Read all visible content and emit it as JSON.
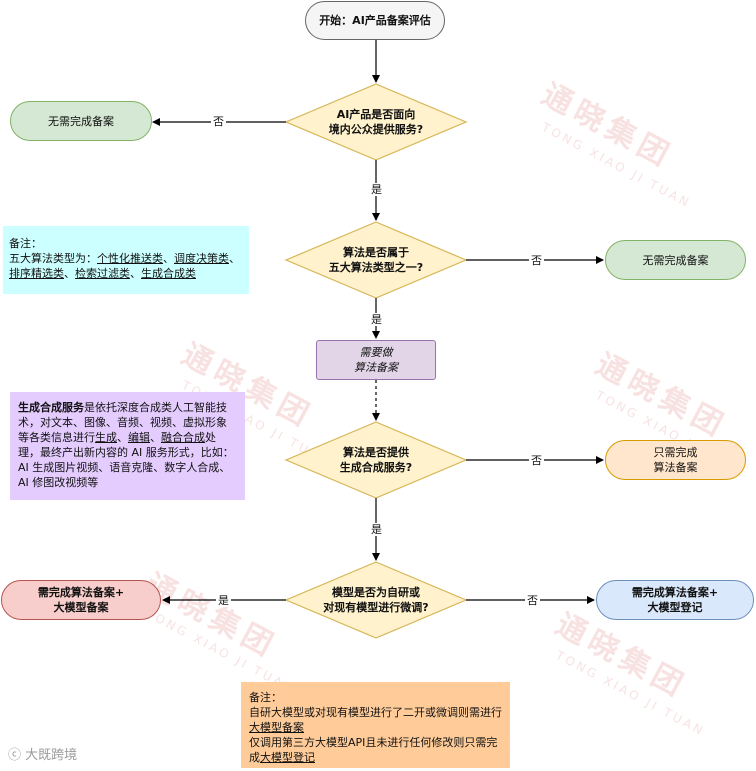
{
  "watermark": {
    "cn": "通晓集团",
    "en": "TONG XIAO JI TUAN"
  },
  "nodes": {
    "start": "开始：AI产品备案评估",
    "q1": [
      "AI产品是否面向",
      "境内公众提供服务?"
    ],
    "q2": [
      "算法是否属于",
      "五大算法类型之一?"
    ],
    "q3": [
      "算法是否提供",
      "生成合成服务?"
    ],
    "q4": [
      "模型是否为自研或",
      "对现有模型进行微调?"
    ],
    "no_filing_1": "无需完成备案",
    "no_filing_2": "无需完成备案",
    "algo_filing": [
      "需要做",
      "算法备案"
    ],
    "only_algo": [
      "只需完成",
      "算法备案"
    ],
    "algo_plus_model_filing": [
      "需完成算法备案+",
      "大模型备案"
    ],
    "algo_plus_model_register": [
      "需完成算法备案+",
      "大模型登记"
    ]
  },
  "edge_labels": {
    "no": "否",
    "yes": "是"
  },
  "notes": {
    "algo_types": {
      "title": "备注：",
      "prefix": "五大算法类型为：",
      "types": [
        "个性化推送类",
        "调度决策类",
        "排序精选类",
        "检索过滤类",
        "生成合成类"
      ],
      "sep": "、"
    },
    "generative": {
      "term": "生成合成服务",
      "text_a": "是依托深度合成类人工智能技术，对文本、图像、音频、视频、虚拟形象等各类信息进行",
      "k1": "生成",
      "sep": "、",
      "k2": "编辑",
      "k3": "融合合成",
      "text_b": "处理，最终产出新内容的 AI 服务形式，比如：AI 生成图片视频、语音克隆、数字人合成、AI 修图改视频等"
    },
    "model": {
      "title": "备注：",
      "line1": "自研大模型或对现有模型进行了二开或微调则需进行",
      "link1": "大模型备案",
      "line2": "仅调用第三方大模型API且未进行任何修改则只需完成",
      "link2": "大模型登记"
    }
  },
  "footer": "大既跨境",
  "colors": {
    "start_fill": "#f5f5f5",
    "diamond_fill": "#fff2cc",
    "diamond_stroke": "#d6b656",
    "green_fill": "#d5e8d4",
    "green_stroke": "#82b366",
    "purple_fill": "#e1d5e7",
    "purple_stroke": "#9673a6",
    "orange_fill": "#ffe6cc",
    "orange_stroke": "#d79b00",
    "red_fill": "#f8cecc",
    "red_stroke": "#b85450",
    "blue_fill": "#dae8fc",
    "blue_stroke": "#6c8ebf",
    "cyan_note": "#ccffff",
    "lavender_note": "#e5ccff",
    "peach_note": "#ffcc99"
  }
}
